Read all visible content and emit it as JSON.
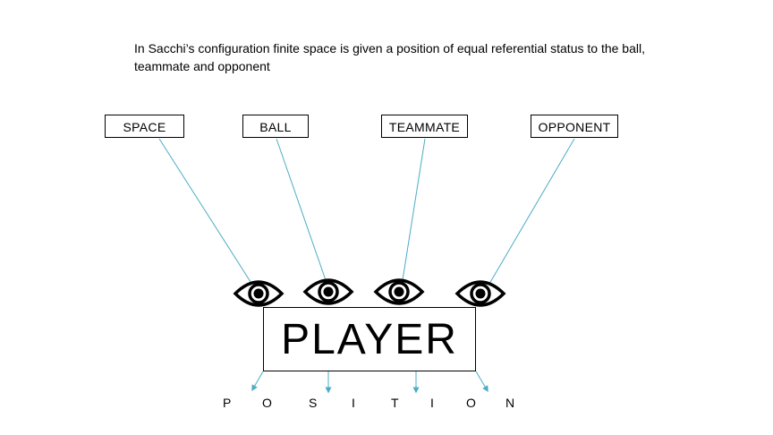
{
  "caption": "In Sacchi’s configuration finite space is given a position of equal referential status to the ball, teammate and opponent",
  "labels": {
    "space": "SPACE",
    "ball": "BALL",
    "teammate": "TEAMMATE",
    "opponent": "OPPONENT"
  },
  "player": "PLAYER",
  "position_letters": [
    "P",
    "O",
    "S",
    "I",
    "T",
    "I",
    "O",
    "N"
  ],
  "colors": {
    "connector": "#4bacc6",
    "outline": "#000000"
  },
  "icons": {
    "watcher": "eye-icon",
    "direction": "arrow-icon"
  }
}
